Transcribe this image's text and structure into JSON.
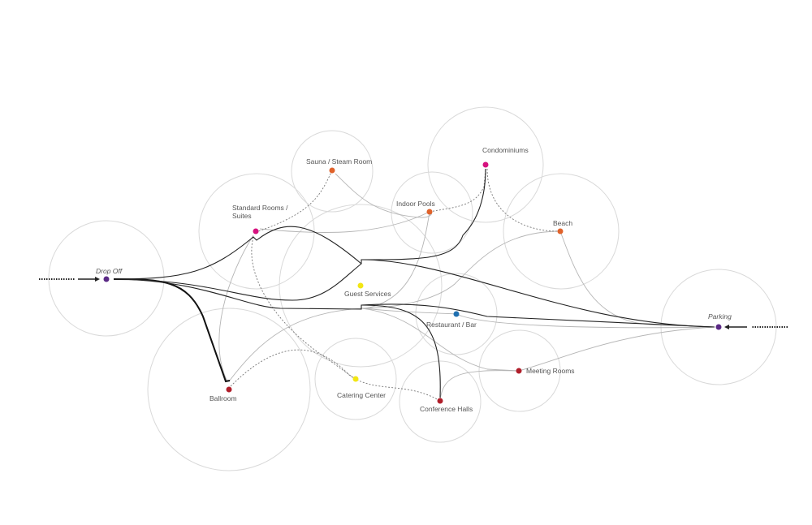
{
  "diagram": {
    "nodes": {
      "drop_off": {
        "label": "Drop Off",
        "color": "#5b2a86"
      },
      "standard_rooms": {
        "label": "Standard Rooms /",
        "label2": "Suites",
        "color": "#d6127f"
      },
      "sauna": {
        "label": "Sauna / Steam Room",
        "color": "#e0622a"
      },
      "indoor_pools": {
        "label": "Indoor Pools",
        "color": "#e0622a"
      },
      "condominiums": {
        "label": "Condominiums",
        "color": "#d6127f"
      },
      "beach": {
        "label": "Beach",
        "color": "#e0622a"
      },
      "guest_services": {
        "label": "Guest Services",
        "color": "#f2e614"
      },
      "restaurant_bar": {
        "label": "Restaurant / Bar",
        "color": "#1f6fb0"
      },
      "meeting_rooms": {
        "label": "Meeting Rooms",
        "color": "#b01e2a"
      },
      "conference_halls": {
        "label": "Conference Halls",
        "color": "#b01e2a"
      },
      "catering_center": {
        "label": "Catering Center",
        "color": "#f2e614"
      },
      "ballroom": {
        "label": "Ballroom",
        "color": "#b01e2a"
      },
      "parking": {
        "label": "Parking",
        "color": "#5b2a86"
      }
    }
  }
}
